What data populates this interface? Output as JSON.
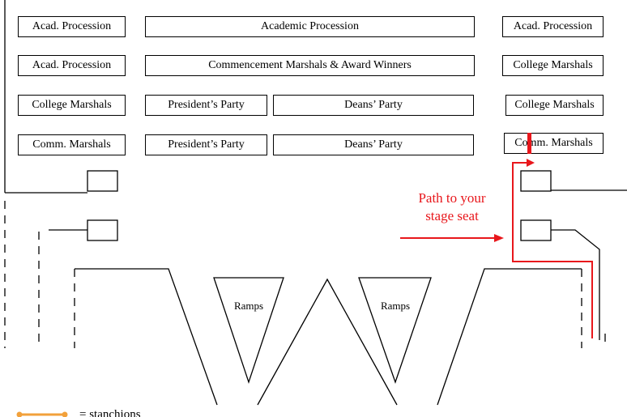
{
  "rows": [
    {
      "left": "Acad. Procession",
      "center": "Academic Procession",
      "right": "Acad. Procession"
    },
    {
      "left": "Acad. Procession",
      "center": "Commencement Marshals & Award Winners",
      "right": "College Marshals"
    },
    {
      "left": "College Marshals",
      "center_left": "President’s Party",
      "center_right": "Deans’ Party",
      "right": "College Marshals"
    },
    {
      "left": "Comm. Marshals",
      "center_left": "President’s Party",
      "center_right": "Deans’ Party",
      "right": "Comm. Marshals"
    }
  ],
  "ramps": [
    "Ramps",
    "Ramps"
  ],
  "path_label": {
    "line1": "Path to your",
    "line2": "stage seat"
  },
  "legend": {
    "stanchions": "= stanchions"
  },
  "colors": {
    "path": "#e8171c",
    "stanchion": "#f2a13b",
    "line": "#000000"
  }
}
